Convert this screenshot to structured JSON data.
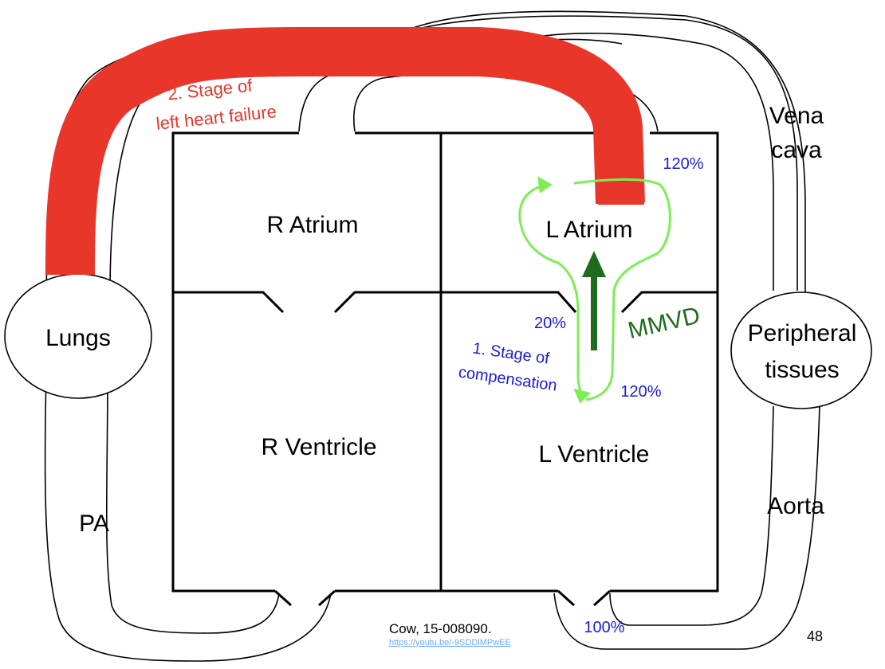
{
  "chambers": {
    "r_atrium": "R Atrium",
    "l_atrium": "L Atrium",
    "r_ventricle": "R Ventricle",
    "l_ventricle": "L Ventricle"
  },
  "organs": {
    "lungs": "Lungs",
    "peripheral_line1": "Peripheral",
    "peripheral_line2": "tissues"
  },
  "vessels": {
    "vena_line1": "Vena",
    "vena_line2": "cava",
    "aorta": "Aorta",
    "pa": "PA"
  },
  "annotations": {
    "stage2_line1": "2. Stage of",
    "stage2_line2": "left heart failure",
    "stage1_line1": "1. Stage of",
    "stage1_line2": "compensation",
    "mmvd": "MMVD",
    "pct_la": "120%",
    "pct_regurg": "20%",
    "pct_lv": "120%",
    "pct_aorta": "100%"
  },
  "footer": {
    "citation": "Cow, 15-008090.",
    "link": "https://youtu.be/-9SDDlMPwEE",
    "page_number": "48"
  },
  "colors": {
    "outline": "#000000",
    "failure_red": "#e8362a",
    "green_light": "#7cee55",
    "green_dark": "#1e6b1e",
    "label_blue": "#1a1ae0",
    "link_blue": "#6aa9ff"
  }
}
